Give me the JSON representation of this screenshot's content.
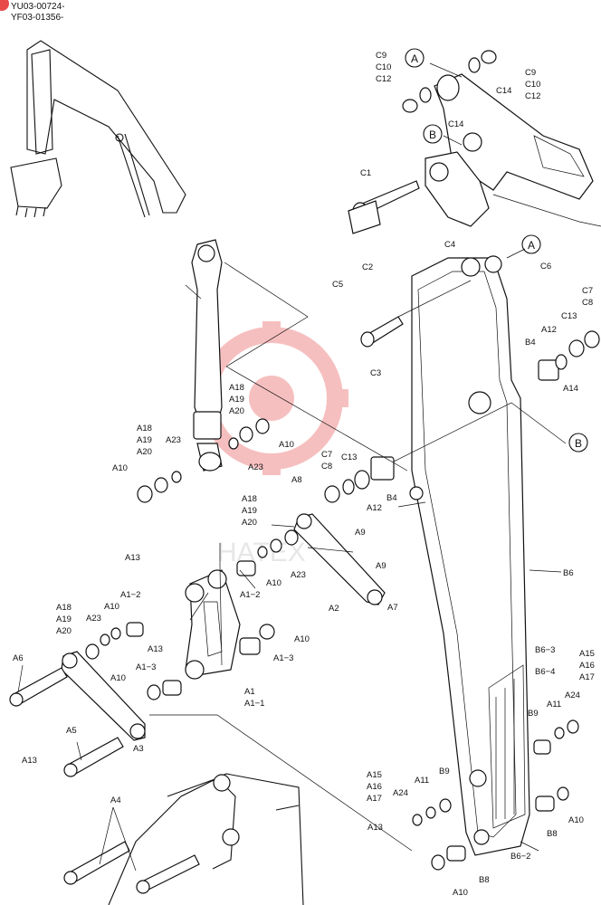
{
  "header": {
    "line1": "YU03-00724-",
    "line2": "YF03-01356-"
  },
  "watermark": {
    "text": "HATEX",
    "color": "#e84a4a"
  },
  "circle_markers": [
    "A",
    "B"
  ],
  "labels": {
    "C9a": "C9",
    "C10a": "C10",
    "C12a": "C12",
    "C9b": "C9",
    "C10b": "C10",
    "C12b": "C12",
    "C14a": "C14",
    "C14b": "C14",
    "C1": "C1",
    "C2": "C2",
    "C5": "C5",
    "C3": "C3",
    "C4": "C4",
    "C6": "C6",
    "C7a": "C7",
    "C8a": "C8",
    "C13a": "C13",
    "A12a": "A12",
    "B4a": "B4",
    "A14": "A14",
    "C7b": "C7",
    "C8b": "C8",
    "C13b": "C13",
    "A12b": "A12",
    "B4b": "B4",
    "A18a": "A18",
    "A19a": "A19",
    "A20a": "A20",
    "A10a": "A10",
    "A23a": "A23",
    "A18b": "A18",
    "A19b": "A19",
    "A20b": "A20",
    "A23b": "A23",
    "A10b": "A10",
    "A8": "A8",
    "A9a": "A9",
    "A9b": "A9",
    "A18c": "A18",
    "A19c": "A19",
    "A20c": "A20",
    "A23c": "A23",
    "A10c": "A10",
    "A2": "A2",
    "A7": "A7",
    "B6": "B6",
    "A13a": "A13",
    "A1_2a": "A1−2",
    "A1_2b": "A1−2",
    "A18d": "A18",
    "A19d": "A19",
    "A20d": "A20",
    "A10d": "A10",
    "A23d": "A23",
    "A13b": "A13",
    "A10e": "A10",
    "A1_3a": "A1−3",
    "A10f": "A10",
    "A1_3b": "A1−3",
    "A1": "A1",
    "A1_1": "A1−1",
    "A6": "A6",
    "A5": "A5",
    "A13c": "A13",
    "A3": "A3",
    "A4": "A4",
    "B6_3": "B6−3",
    "B6_4": "B6−4",
    "B6_2": "B6−2",
    "A15a": "A15",
    "A16a": "A16",
    "A17a": "A17",
    "A24a": "A24",
    "A11a": "A11",
    "B9a": "B9",
    "B8a": "B8",
    "A10g": "A10",
    "A15b": "A15",
    "A16b": "A16",
    "A17b": "A17",
    "A24b": "A24",
    "A11b": "A11",
    "B9b": "B9",
    "A13d": "A13",
    "A10h": "A10",
    "B8b": "B8"
  }
}
